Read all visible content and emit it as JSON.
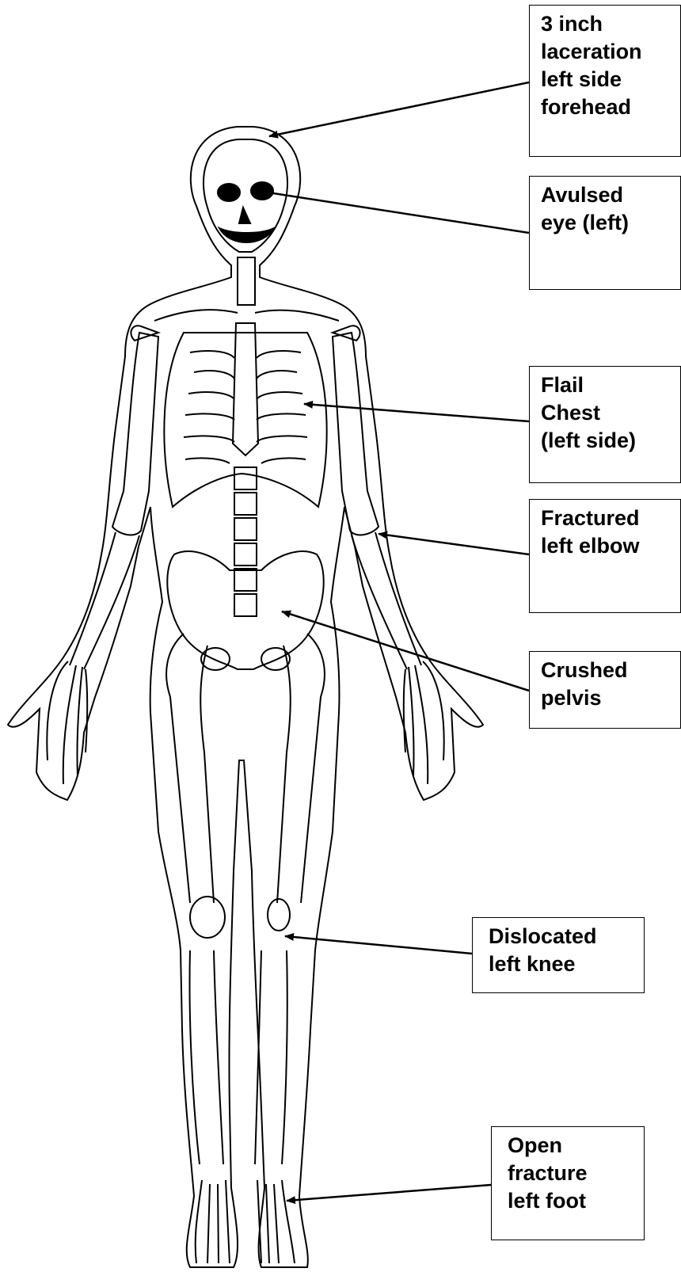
{
  "callouts": [
    {
      "id": "forehead",
      "text": "3 inch\nlaceration\nleft side\nforehead"
    },
    {
      "id": "eye",
      "text": "Avulsed\neye (left)"
    },
    {
      "id": "chest",
      "text": "Flail\nChest\n(left side)"
    },
    {
      "id": "elbow",
      "text": "Fractured\nleft elbow"
    },
    {
      "id": "pelvis",
      "text": "Crushed\npelvis"
    },
    {
      "id": "knee",
      "text": "Dislocated\nleft knee"
    },
    {
      "id": "foot",
      "text": "Open\nfracture\nleft foot"
    }
  ]
}
